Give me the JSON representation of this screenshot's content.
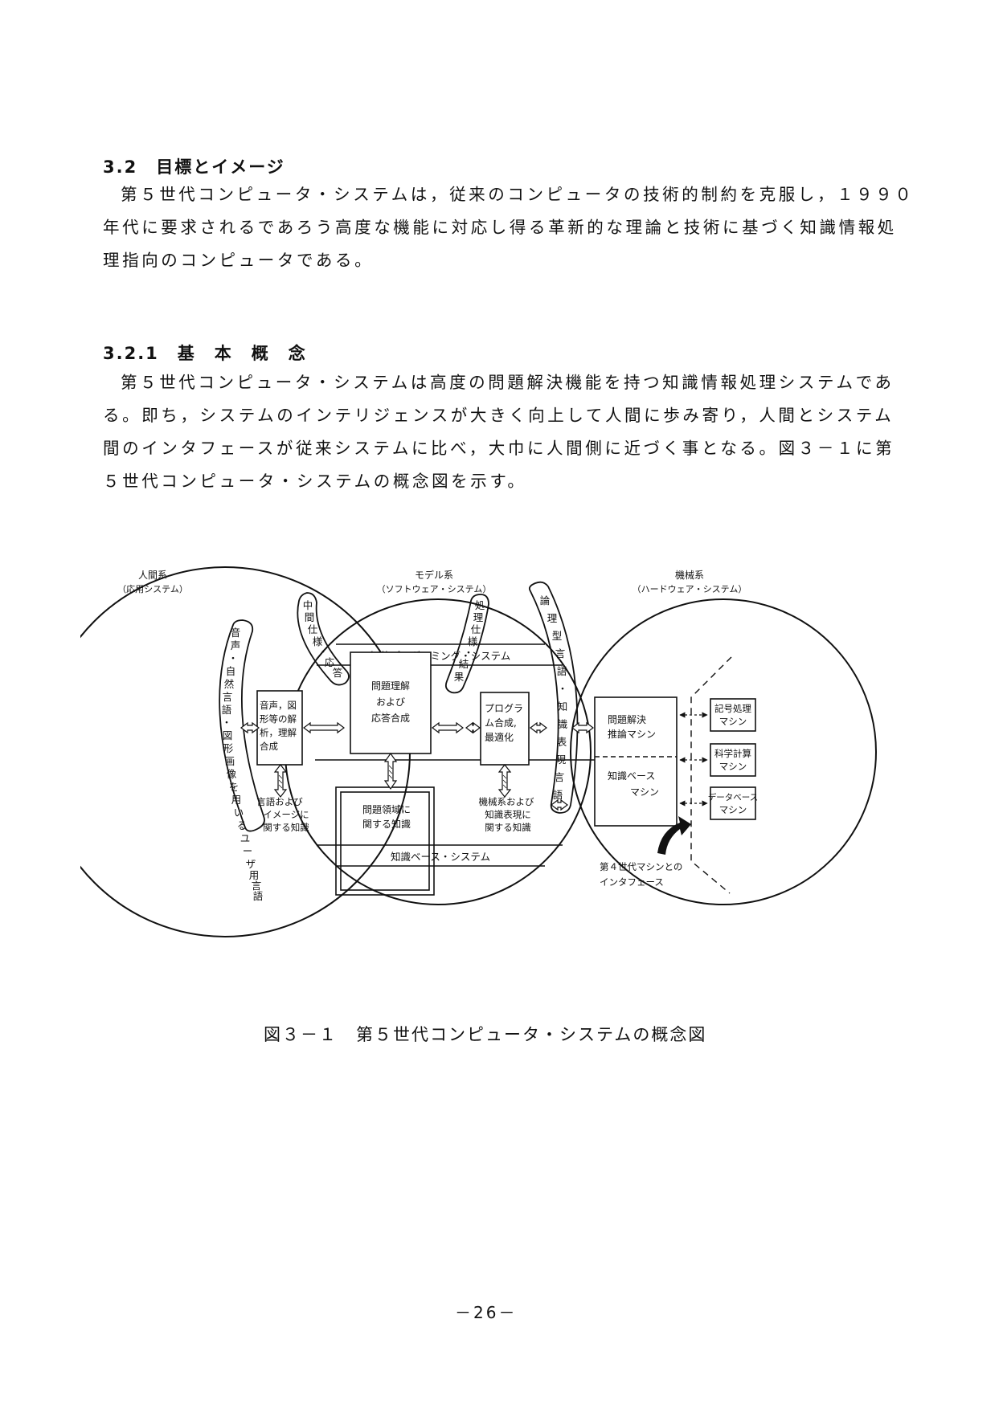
{
  "section_3_2": {
    "heading": "3.2　目標とイメージ",
    "lines": [
      "第５世代コンピュータ・システムは，従来のコンピュータの技術的制約を克服し，１９９０",
      "年代に要求されるであろう高度な機能に対応し得る革新的な理論と技術に基づく知識情報処",
      "理指向のコンピュータである。"
    ]
  },
  "section_3_2_1": {
    "heading": "3.2.1　基　本　概　念",
    "lines": [
      "第５世代コンピュータ・システムは高度の問題解決機能を持つ知識情報処理システムであ",
      "る。即ち，システムのインテリジェンスが大きく向上して人間に歩み寄り，人間とシステム",
      "間のインタフェースが従来システムに比べ，大巾に人間側に近づく事となる。図３－１に第",
      "５世代コンピュータ・システムの概念図を示す。"
    ]
  },
  "figure": {
    "circle_labels": {
      "human": [
        "人間系",
        "（応用システム）"
      ],
      "model": [
        "モデル系",
        "（ソフトウェア・システム）"
      ],
      "machine": [
        "機械系",
        "（ハードウェア・システム）"
      ]
    },
    "top_band": "知的プログラミング・システム",
    "bottom_band": "知識ベース・システム",
    "left_pill": "音声・自然言語・図形画像を用いるユーザ用言語",
    "mid_left_pill": "中間仕様・応答",
    "mid_right_pill": "処理仕様・結果",
    "right_pill": "論理型言語・知識表現言語",
    "box_analysis": [
      "音声，図",
      "形等の解",
      "析，理解",
      "合成"
    ],
    "box_problem": [
      "問題理解",
      "および",
      "応答合成"
    ],
    "box_program": [
      "プログラ",
      "ム合成,",
      "最適化"
    ],
    "box_lang_knowledge": [
      "言語および",
      "イメージに",
      "関する知識"
    ],
    "box_domain_knowledge": [
      "問題領域に",
      "関する知識"
    ],
    "box_machine_knowledge": [
      "機械系および",
      "知識表現に",
      "関する知識"
    ],
    "machine_upper": [
      "問題解決",
      "推論マシン"
    ],
    "machine_lower": [
      "知識ベース",
      "マシン"
    ],
    "small_boxes": [
      [
        "記号処理",
        "マシン"
      ],
      [
        "科学計算",
        "マシン"
      ],
      [
        "データベース",
        "マシン"
      ]
    ],
    "interface_note": [
      "第４世代マシンとの",
      "インタフェース"
    ]
  },
  "caption": "図３－１　第５世代コンピュータ・システムの概念図",
  "page_number": "－26－"
}
